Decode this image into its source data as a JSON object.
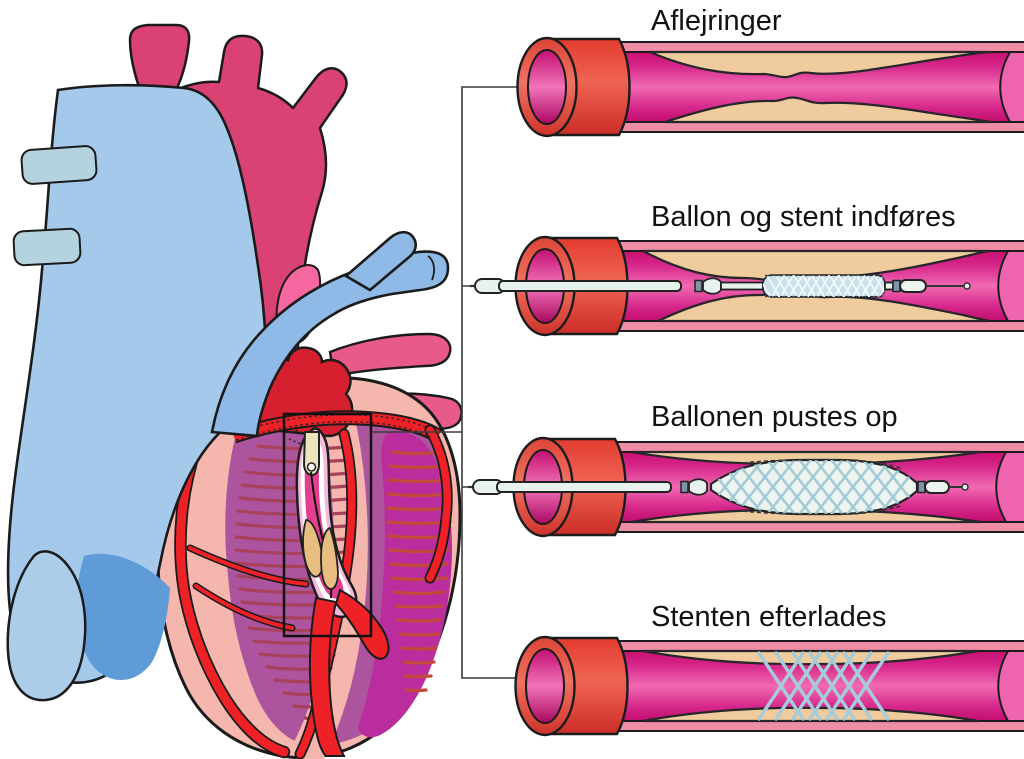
{
  "illustration": {
    "type": "medical-diagram",
    "subject": "coronary-stent-procedure",
    "language": "da"
  },
  "stages": [
    {
      "label": "Aflejringer"
    },
    {
      "label": "Ballon og stent indføres"
    },
    {
      "label": "Ballonen pustes op"
    },
    {
      "label": "Stenten efterlades"
    }
  ],
  "colors": {
    "artery_wall_red": "#e8453a",
    "artery_inner_wall_pink": "#ef8da6",
    "lumen_magenta": "#e02a8c",
    "plaque_tan": "#efcb9e",
    "stent_blue": "#a6ccd9",
    "balloon_white": "#edf4ee",
    "catheter_shaft": "#e7f2ec",
    "heart_muscle_purple": "#ad549f",
    "heart_muscle_dark_magenta": "#ba2d9e",
    "epicardium_salmon": "#f4b6ad",
    "coronary_red": "#ee2127",
    "vein_blue": "#a5c9ea",
    "pulmonary_blue": "#8fb9e6",
    "aorta_crimson": "#d94273",
    "guidewire_cream": "#e7e0b4",
    "background": "#ffffff"
  }
}
